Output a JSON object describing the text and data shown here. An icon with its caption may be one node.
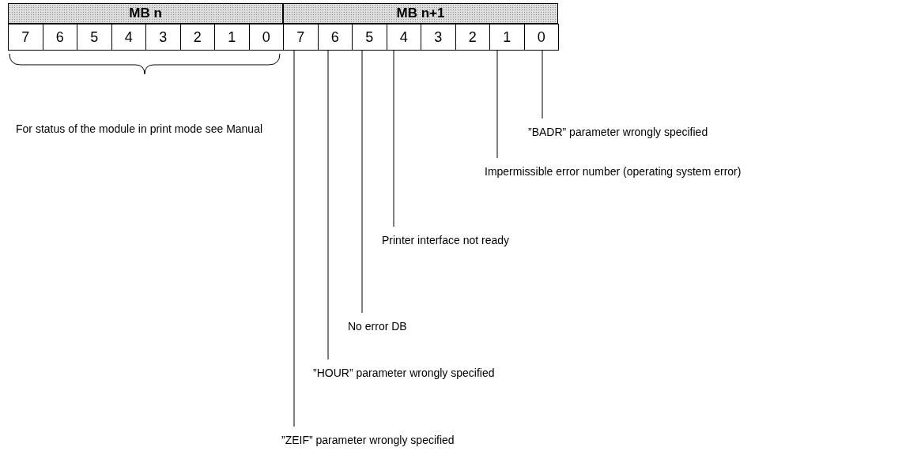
{
  "diagram": {
    "nodes": [
      {
        "text": [
          "MB n"
        ]
      },
      {
        "text": [
          "MB n+1"
        ]
      },
      {
        "text": [
          "7"
        ]
      },
      {
        "text": [
          "6"
        ]
      },
      {
        "text": [
          "5"
        ]
      },
      {
        "text": [
          "4"
        ]
      },
      {
        "text": [
          "3"
        ]
      },
      {
        "text": [
          "2"
        ]
      },
      {
        "text": [
          "1"
        ]
      },
      {
        "text": [
          "0"
        ]
      },
      {
        "text": [
          "7"
        ]
      },
      {
        "text": [
          "6"
        ]
      },
      {
        "text": [
          "5"
        ]
      },
      {
        "text": [
          "4"
        ]
      },
      {
        "text": [
          "3"
        ]
      },
      {
        "text": [
          "2"
        ]
      },
      {
        "text": [
          "1"
        ]
      },
      {
        "text": [
          "0"
        ]
      },
      {
        "text": [
          "”BADR” parameter wrongly specified"
        ]
      },
      {
        "text": [
          "Impermissible error number (operating system error)"
        ]
      },
      {
        "text": [
          "Printer interface not ready"
        ]
      },
      {
        "text": [
          "No error DB"
        ]
      },
      {
        "text": [
          "”HOUR” parameter wrongly specified"
        ]
      },
      {
        "text": [
          "”ZEIF” parameter wrongly specified"
        ]
      }
    ],
    "edges": [
      {
        "from": 18,
        "to": 17,
        "arrow": "none"
      },
      {
        "from": 19,
        "to": 16,
        "arrow": "none"
      },
      {
        "from": 20,
        "to": 13,
        "arrow": "none"
      },
      {
        "from": 21,
        "to": 12,
        "arrow": "none"
      },
      {
        "from": 22,
        "to": 11,
        "arrow": "none"
      },
      {
        "from": 23,
        "to": 10,
        "arrow": "none"
      }
    ],
    "labels": [
      "For status of the module in print mode see Manual"
    ]
  }
}
